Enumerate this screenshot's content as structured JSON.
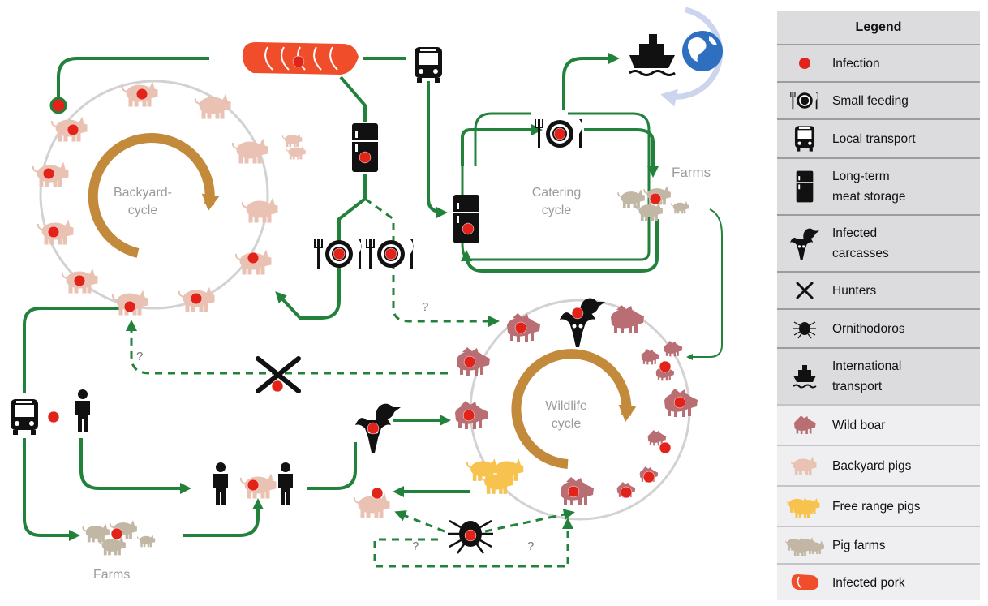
{
  "diagram": {
    "labels": {
      "backyard_cycle": [
        "Backyard-",
        "cycle"
      ],
      "catering_cycle": [
        "Catering",
        "cycle"
      ],
      "wildlife_cycle": [
        "Wildlife",
        "cycle"
      ],
      "farms_top": "Farms",
      "farms_bottom": "Farms",
      "question": "?"
    },
    "colors": {
      "arrow_green": "#22813a",
      "infection_red": "#e2231a",
      "cycle_arrow": "#c28a3a",
      "circle_gray": "#d2d2d2",
      "backyard_pig": "#e9c2b3",
      "wild_boar": "#b86e73",
      "free_range_pig": "#f7c34e",
      "farm_pig": "#c2b7a4",
      "globe_blue": "#2e6fc0",
      "globe_arrow": "#cdd4ee"
    }
  },
  "legend": {
    "title": "Legend",
    "items": [
      {
        "label": "Infection",
        "icon": "infection-dot-icon"
      },
      {
        "label": "Small feeding",
        "icon": "plate-icon"
      },
      {
        "label": "Local transport",
        "icon": "bus-icon"
      },
      {
        "label": "Long-term\nmeat storage",
        "icon": "fridge-icon"
      },
      {
        "label": "Infected\ncarcasses",
        "icon": "carcass-icon"
      },
      {
        "label": "Hunters",
        "icon": "hunters-icon"
      },
      {
        "label": "Ornithodoros",
        "icon": "tick-icon"
      },
      {
        "label": "International\ntransport",
        "icon": "ship-icon"
      },
      {
        "label": "Wild boar",
        "icon": "wild-boar-icon"
      },
      {
        "label": "Backyard pigs",
        "icon": "backyard-pig-icon"
      },
      {
        "label": "Free range pigs",
        "icon": "free-range-pig-icon"
      },
      {
        "label": "Pig farms",
        "icon": "pig-farm-icon"
      },
      {
        "label": "Infected pork",
        "icon": "pork-icon"
      }
    ]
  }
}
